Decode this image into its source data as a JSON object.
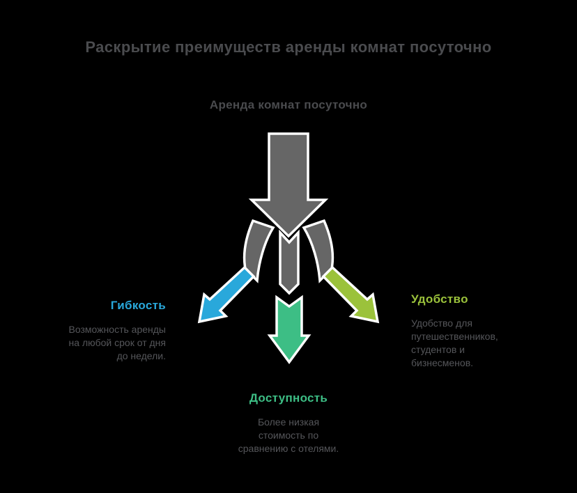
{
  "title": "Раскрытие преимуществ аренды комнат посуточно",
  "root_label": "Аренда комнат посуточно",
  "colors": {
    "background": "#000000",
    "heading_gray": "#4a4b4e",
    "body_gray": "#55565a",
    "arrow_gray": "#666666",
    "arrow_outline": "#ffffff",
    "flexibility_blue": "#29a8db",
    "accessibility_green": "#3dbe85",
    "convenience_lime": "#9bc23b"
  },
  "branches": {
    "flexibility": {
      "label": "Гибкость",
      "description": "Возможность аренды\nна любой срок от дня\nдо недели."
    },
    "accessibility": {
      "label": "Доступность",
      "description": "Более низкая\nстоимость по\nсравнению с отелями."
    },
    "convenience": {
      "label": "Удобство",
      "description": "Удобство для\nпутешественников,\nстудентов и\nбизнесменов."
    }
  }
}
